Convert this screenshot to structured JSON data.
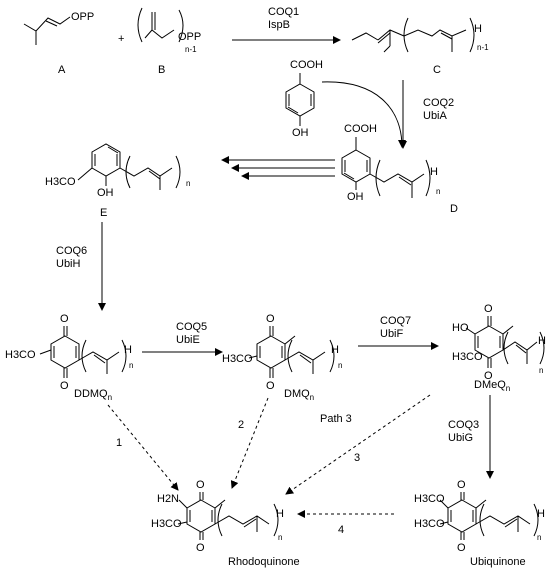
{
  "compounds": {
    "A": {
      "label": "A",
      "group": "OPP"
    },
    "B": {
      "label": "B",
      "group": "OPP",
      "repeat": "n-1"
    },
    "C": {
      "label": "C",
      "end": "H",
      "repeat": "n-1"
    },
    "pHB": {
      "group_top": "COOH",
      "group_bottom": "OH"
    },
    "D": {
      "label": "D",
      "group_top": "COOH",
      "group_bottom": "OH",
      "end": "H",
      "repeat": "n"
    },
    "E": {
      "label": "E",
      "group_left": "H3CO",
      "group_bottom": "OH",
      "repeat": "n"
    },
    "DDMQ": {
      "label": "DDMQ",
      "label_sub": "n",
      "group_left": "H3CO",
      "end": "H",
      "repeat": "n"
    },
    "DMQ": {
      "label": "DMQ",
      "label_sub": "n",
      "group_left": "H3CO",
      "end": "H",
      "repeat": "n"
    },
    "DMeQ": {
      "label": "DMeQ",
      "label_sub": "n",
      "group_top_left": "HO",
      "group_left": "H3CO",
      "end": "H",
      "repeat": "n"
    },
    "RQ": {
      "label": "Rhodoquinone",
      "group_top_left": "H2N",
      "group_left": "H3CO",
      "end": "H",
      "repeat": "n"
    },
    "UQ": {
      "label": "Ubiquinone",
      "group_top_left": "H3CO",
      "group_left": "H3CO",
      "end": "H",
      "repeat": "n"
    }
  },
  "enzymes": {
    "coq1": {
      "line1": "COQ1",
      "line2": "IspB"
    },
    "coq2": {
      "line1": "COQ2",
      "line2": "UbiA"
    },
    "coq6": {
      "line1": "COQ6",
      "line2": "UbiH"
    },
    "coq5": {
      "line1": "COQ5",
      "line2": "UbiE"
    },
    "coq7": {
      "line1": "COQ7",
      "line2": "UbiF"
    },
    "coq3": {
      "line1": "COQ3",
      "line2": "UbiG"
    }
  },
  "paths": {
    "p1": "1",
    "p2": "2",
    "p3": "3",
    "p3_title": "Path 3",
    "p4": "4"
  },
  "plus": "+"
}
